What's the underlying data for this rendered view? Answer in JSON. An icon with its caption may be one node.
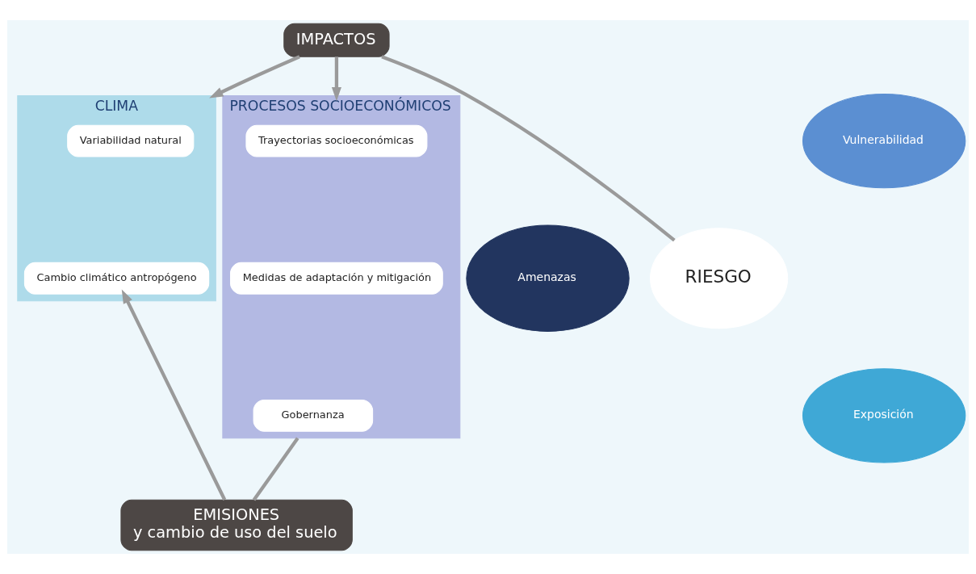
{
  "diagram": {
    "nodes": [
      {
        "text": [
          "CLIMA"
        ]
      },
      {
        "text": [
          "Variabilidad natural"
        ],
        "in": 0
      },
      {
        "text": [
          "Cambio climático antropógeno"
        ],
        "in": 0
      },
      {
        "text": [
          "IMPACTOS"
        ]
      },
      {
        "text": [
          "Vulnerabilidad"
        ]
      },
      {
        "text": [
          "Amenazas"
        ]
      },
      {
        "text": [
          "RIESGO"
        ]
      },
      {
        "text": [
          "Exposición"
        ]
      },
      {
        "text": [
          "PROCESOS SOCIOECONÓMICOS"
        ]
      },
      {
        "text": [
          "Trayectorias socioeconómicas"
        ],
        "in": 8
      },
      {
        "text": [
          "Medidas de adaptación y mitigación"
        ],
        "in": 8
      },
      {
        "text": [
          "Gobernanza"
        ],
        "in": 8
      },
      {
        "text": [
          "EMISIONES",
          "y cambio de uso del suelo"
        ]
      }
    ],
    "edges": [
      {
        "from": 3,
        "to": 0,
        "arrow": "to"
      },
      {
        "from": 3,
        "to": 8,
        "arrow": "to"
      },
      {
        "from": 3,
        "to": 6,
        "arrow": "none"
      },
      {
        "from": 8,
        "to": 12,
        "arrow": "none"
      },
      {
        "from": 12,
        "to": 2,
        "arrow": "to"
      }
    ]
  }
}
